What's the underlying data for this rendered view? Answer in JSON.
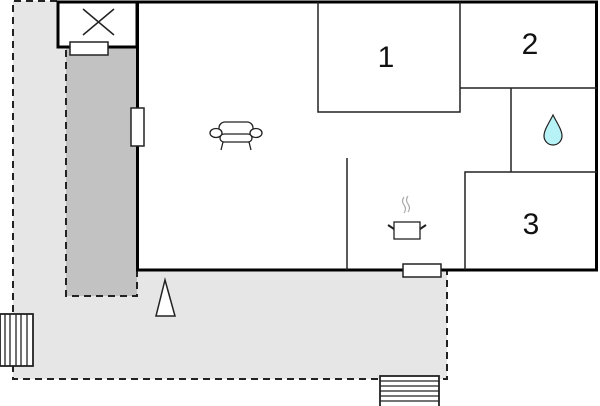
{
  "floorplan": {
    "colors": {
      "terrace": "#e6e6e6",
      "covered": "#c2c2c2",
      "wall": "#000000",
      "inner_wall": "#222222",
      "water": "#b6f2f6",
      "steam": "#aaaaaa"
    },
    "rooms": [
      {
        "id": "bedroom-1",
        "label": "1"
      },
      {
        "id": "bedroom-2",
        "label": "2"
      },
      {
        "id": "bedroom-3",
        "label": "3"
      }
    ],
    "icons": [
      {
        "name": "sofa-icon",
        "room": "living-room"
      },
      {
        "name": "cooking-pot-icon",
        "room": "kitchen"
      },
      {
        "name": "water-drop-icon",
        "room": "bathroom"
      },
      {
        "name": "north-arrow-icon",
        "area": "terrace"
      },
      {
        "name": "fireplace-x-icon",
        "area": "utility"
      }
    ],
    "stairs": [
      {
        "id": "stairs-west",
        "steps": 6
      },
      {
        "id": "stairs-south",
        "steps": 6
      }
    ]
  }
}
